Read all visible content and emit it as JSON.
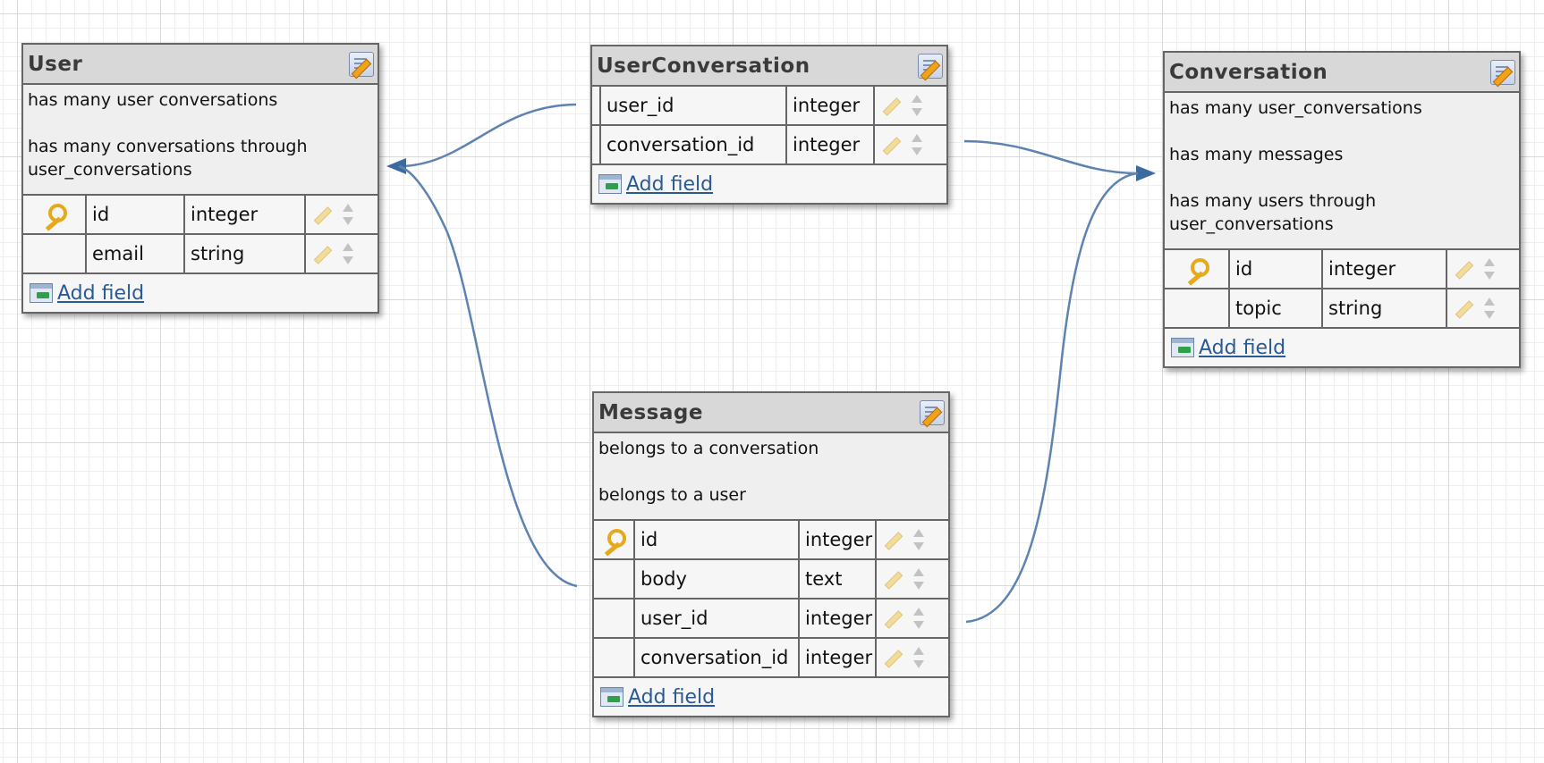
{
  "colors": {
    "link_line": "#5e83b0",
    "arrow": "#3b6aa0"
  },
  "tables": {
    "user": {
      "title": "User",
      "relations": [
        "has many user conversations",
        "has many conversations through user_conversations"
      ],
      "fields": [
        {
          "name": "id",
          "type": "integer",
          "primary_key": true
        },
        {
          "name": "email",
          "type": "string",
          "primary_key": false
        }
      ],
      "add_field_label": "Add field"
    },
    "user_conversation": {
      "title": "UserConversation",
      "relations": [],
      "fields": [
        {
          "name": "user_id",
          "type": "integer",
          "primary_key": false
        },
        {
          "name": "conversation_id",
          "type": "integer",
          "primary_key": false
        }
      ],
      "add_field_label": "Add field"
    },
    "conversation": {
      "title": "Conversation",
      "relations": [
        "has many user_conversations",
        "has many messages",
        "has many users through user_conversations"
      ],
      "fields": [
        {
          "name": "id",
          "type": "integer",
          "primary_key": true
        },
        {
          "name": "topic",
          "type": "string",
          "primary_key": false
        }
      ],
      "add_field_label": "Add field"
    },
    "message": {
      "title": "Message",
      "relations": [
        "belongs to a conversation",
        "belongs to a user"
      ],
      "fields": [
        {
          "name": "id",
          "type": "integer",
          "primary_key": true
        },
        {
          "name": "body",
          "type": "text",
          "primary_key": false
        },
        {
          "name": "user_id",
          "type": "integer",
          "primary_key": false
        },
        {
          "name": "conversation_id",
          "type": "integer",
          "primary_key": false
        }
      ],
      "add_field_label": "Add field"
    }
  }
}
